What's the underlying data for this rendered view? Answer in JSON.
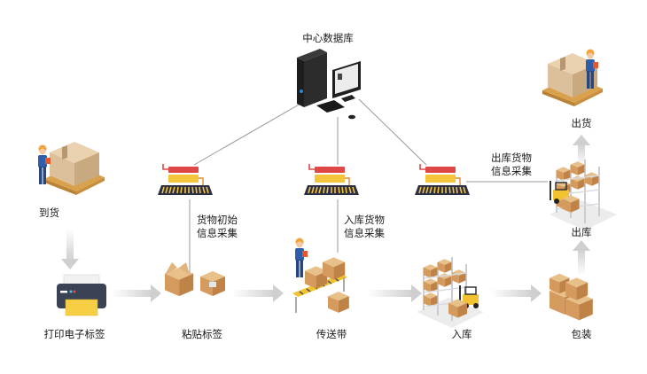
{
  "diagram": {
    "type": "warehouse-rfid-flow",
    "center": {
      "label": "中心数据库",
      "icon": "computer-icon"
    },
    "nodes": [
      {
        "id": "arrival",
        "label": "到货",
        "icon": "worker-with-box-icon"
      },
      {
        "id": "print",
        "label": "打印电子标签",
        "icon": "printer-icon"
      },
      {
        "id": "label",
        "label": "粘贴标签",
        "icon": "labeled-boxes-icon"
      },
      {
        "id": "conveyor",
        "label": "传送带",
        "icon": "conveyor-worker-icon"
      },
      {
        "id": "stock_in",
        "label": "入库",
        "icon": "warehouse-forklift-icon"
      },
      {
        "id": "pack",
        "label": "包装",
        "icon": "box-pile-icon"
      },
      {
        "id": "stock_out",
        "label": "出库",
        "icon": "warehouse-forklift-icon"
      },
      {
        "id": "ship",
        "label": "出货",
        "icon": "worker-with-box-icon"
      }
    ],
    "readers": [
      {
        "id": "reader1",
        "label": "货物初始\n信息采集",
        "icon": "rfid-reader-icon",
        "attached_to": "label"
      },
      {
        "id": "reader2",
        "label": "入库货物\n信息采集",
        "icon": "rfid-reader-icon",
        "attached_to": "conveyor"
      },
      {
        "id": "reader3",
        "label": "出库货物\n信息采集",
        "icon": "rfid-reader-icon",
        "attached_to": "stock_out"
      }
    ],
    "flow": [
      [
        "arrival",
        "print"
      ],
      [
        "print",
        "label"
      ],
      [
        "label",
        "conveyor"
      ],
      [
        "conveyor",
        "stock_in"
      ],
      [
        "stock_in",
        "pack"
      ],
      [
        "pack",
        "stock_out"
      ],
      [
        "stock_out",
        "ship"
      ]
    ],
    "colors": {
      "box": "#d9a66c",
      "box_dark": "#b9814a",
      "reader_red": "#e04848",
      "reader_yellow": "#f4c53a",
      "pad_dark": "#2b2f45",
      "arrow": "#d8d8d8",
      "line": "#9a9a9a"
    }
  }
}
